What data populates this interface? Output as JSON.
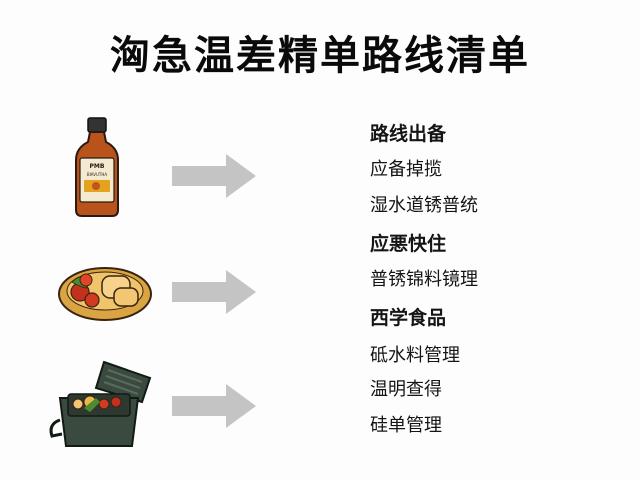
{
  "title": "洶急温差精单路线清单",
  "sections": [
    {
      "heading": "路线出备",
      "items": [
        "应备掉揽",
        "湿水道锈普统"
      ]
    },
    {
      "heading": "应悪快住",
      "items": [
        "普锈锦料镜理"
      ]
    },
    {
      "heading": "西学食品",
      "items": [
        "砥水料管理",
        "温明查得",
        "硅单管理"
      ]
    }
  ],
  "illustrations": [
    {
      "icon": "oil-bottle-icon",
      "label_lines": [
        "PMB",
        "BIAVUTHA"
      ]
    },
    {
      "icon": "food-plate-icon"
    },
    {
      "icon": "lunch-box-icon"
    }
  ],
  "colors": {
    "arrow": "#c4c4c4",
    "bottle_liquid": "#b8541b",
    "bottle_cap": "#333333",
    "plate": "#d9a441",
    "box": "#3b4a3e"
  }
}
